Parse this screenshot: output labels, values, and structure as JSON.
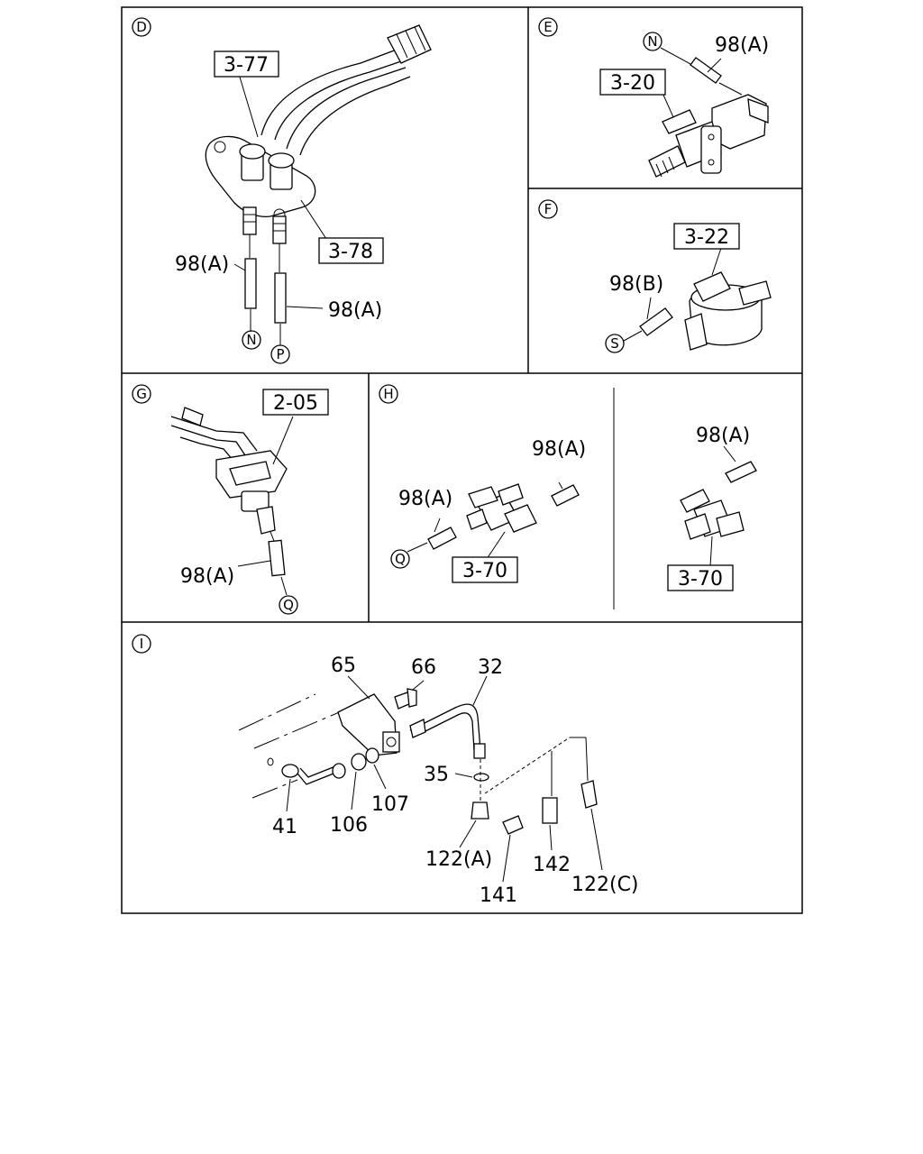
{
  "sections": {
    "D": {
      "marker": "D",
      "refs": {
        "r1": "3-77",
        "r2": "3-78"
      },
      "parts": {
        "p1": "98(A)",
        "p2": "98(A)"
      },
      "connectors": {
        "c1": "N",
        "c2": "P"
      }
    },
    "E": {
      "marker": "E",
      "refs": {
        "r1": "3-20"
      },
      "parts": {
        "p1": "98(A)"
      },
      "connectors": {
        "c1": "N"
      }
    },
    "F": {
      "marker": "F",
      "refs": {
        "r1": "3-22"
      },
      "parts": {
        "p1": "98(B)"
      },
      "connectors": {
        "c1": "S"
      }
    },
    "G": {
      "marker": "G",
      "refs": {
        "r1": "2-05"
      },
      "parts": {
        "p1": "98(A)"
      },
      "connectors": {
        "c1": "Q"
      }
    },
    "H": {
      "marker": "H",
      "refs": {
        "r1": "3-70",
        "r2": "3-70"
      },
      "parts": {
        "p1": "98(A)",
        "p2": "98(A)",
        "p3": "98(A)"
      },
      "connectors": {
        "c1": "Q"
      }
    },
    "I": {
      "marker": "I",
      "parts": {
        "p65": "65",
        "p66": "66",
        "p32": "32",
        "p35": "35",
        "p41": "41",
        "p106": "106",
        "p107": "107",
        "p122a": "122(A)",
        "p141": "141",
        "p142": "142",
        "p122c": "122(C)"
      }
    }
  }
}
